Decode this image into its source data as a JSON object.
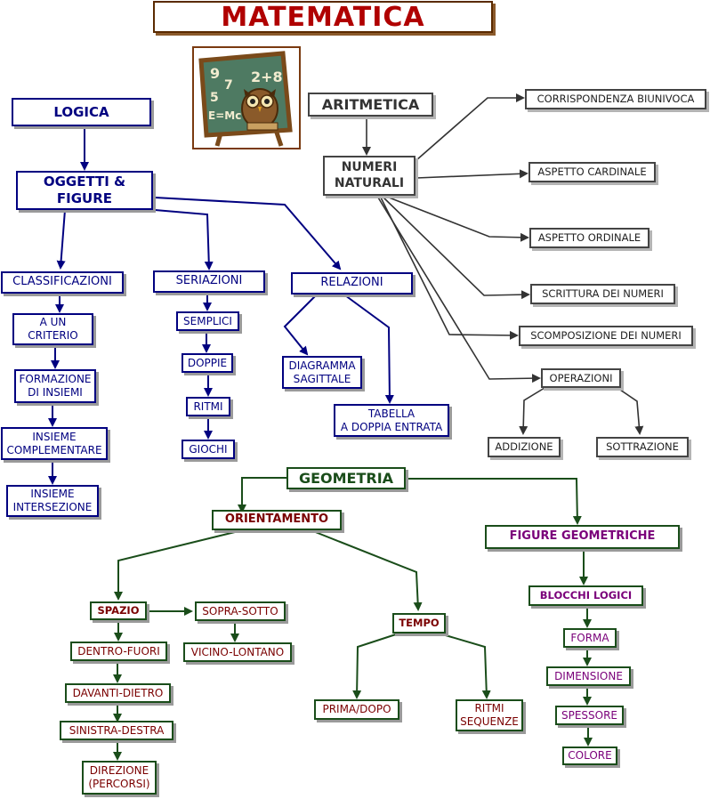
{
  "title": "MATEMATICA",
  "illustration": {
    "board_text": [
      "9",
      "7",
      "2+8",
      "5",
      "E=Mc"
    ],
    "icon": "blackboard-owl-icon"
  },
  "colors": {
    "logica": "#000080",
    "aritmetica": "#444444",
    "orientamento": "#7a0000",
    "geometria": "#1a4d1a",
    "figure": "#7a007a",
    "title": "#b00000"
  },
  "logica": {
    "root": "LOGICA",
    "oggetti": "OGGETTI &\nFIGURE",
    "classificazioni": "CLASSIFICAZIONI",
    "seriazioni": "SERIAZIONI",
    "relazioni": "RELAZIONI",
    "classificazioni_items": [
      "A UN\nCRITERIO",
      "FORMAZIONE\nDI INSIEMI",
      "INSIEME\nCOMPLEMENTARE",
      "INSIEME\nINTERSEZIONE"
    ],
    "seriazioni_items": [
      "SEMPLICI",
      "DOPPIE",
      "RITMI",
      "GIOCHI"
    ],
    "relazioni_items": [
      "DIAGRAMMA\nSAGITTALE",
      "TABELLA\nA DOPPIA ENTRATA"
    ]
  },
  "aritmetica": {
    "root": "ARITMETICA",
    "numeri": "NUMERI\nNATURALI",
    "items": [
      "CORRISPONDENZA BIUNIVOCA",
      "ASPETTO CARDINALE",
      "ASPETTO ORDINALE",
      "SCRITTURA DEI NUMERI",
      "SCOMPOSIZIONE DEI NUMERI",
      "OPERAZIONI"
    ],
    "operazioni_items": [
      "ADDIZIONE",
      "SOTTRAZIONE"
    ]
  },
  "geometria": {
    "root": "GEOMETRIA",
    "orientamento": "ORIENTAMENTO",
    "spazio": "SPAZIO",
    "spazio_items": [
      "DENTRO-FUORI",
      "DAVANTI-DIETRO",
      "SINISTRA-DESTRA",
      "DIREZIONE\n(PERCORSI)"
    ],
    "sopra_items": [
      "SOPRA-SOTTO",
      "VICINO-LONTANO"
    ],
    "tempo": "TEMPO",
    "tempo_items": [
      "PRIMA/DOPO",
      "RITMI\nSEQUENZE"
    ],
    "figure": "FIGURE GEOMETRICHE",
    "blocchi": "BLOCCHI LOGICI",
    "blocchi_items": [
      "FORMA",
      "DIMENSIONE",
      "SPESSORE",
      "COLORE"
    ]
  }
}
